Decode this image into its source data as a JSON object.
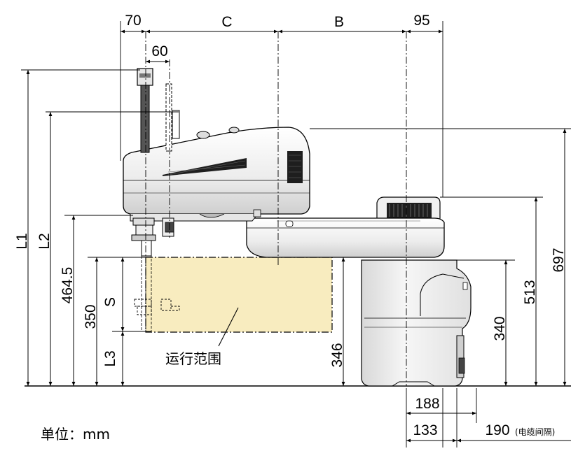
{
  "dimensions": {
    "top": {
      "d70": "70",
      "C": "C",
      "B": "B",
      "d95": "95",
      "d60": "60"
    },
    "left": {
      "L1": "L1",
      "L2": "L2",
      "d464_5": "464.5",
      "d350": "350",
      "S": "S",
      "L3": "L3"
    },
    "middle": {
      "d346": "346"
    },
    "right": {
      "d340": "340",
      "d513": "513",
      "d697": "697"
    },
    "bottom": {
      "d188": "188",
      "d133": "133",
      "d190": "190",
      "cable_note": "(电缆间隔)"
    }
  },
  "labels": {
    "range": "运行范围",
    "unit": "单位：mm"
  },
  "colors": {
    "range_fill": "#f8ecbf",
    "line": "#000000",
    "body_light": "#f4f4f4",
    "body_shade": "#d9d9d9",
    "vent": "#222222"
  }
}
